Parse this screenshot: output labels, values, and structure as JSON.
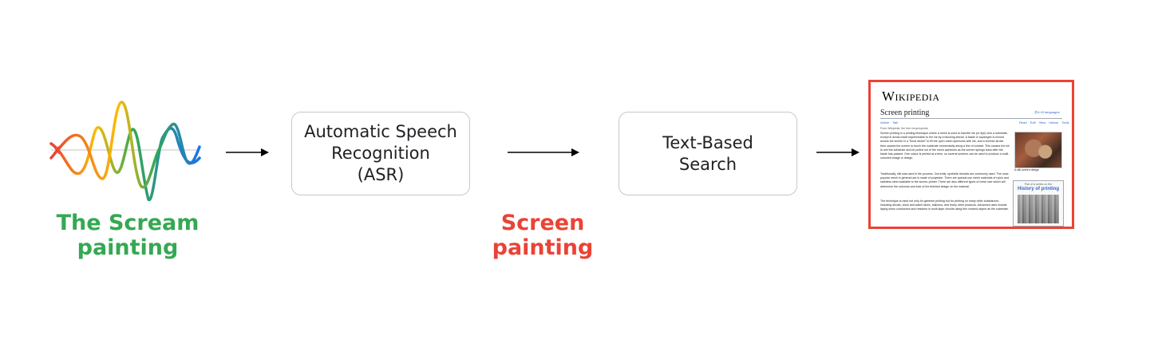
{
  "nodes": {
    "input_caption": [
      "The Scream",
      "painting"
    ],
    "asr_box": [
      "Automatic Speech",
      "Recognition",
      "(ASR)"
    ],
    "asr_output_caption": [
      "Screen",
      "painting"
    ],
    "search_box": [
      "Text-Based",
      "Search"
    ]
  },
  "colors": {
    "input_caption": "#34a853",
    "asr_output_caption": "#ea4335",
    "result_border": "#ea4335",
    "box_border": "#c8c8c8",
    "arrow": "#000000"
  },
  "result_page": {
    "logo": "Wikipedia",
    "title": "Screen printing",
    "languages": "文A 43 languages",
    "tabs_left": "Article Talk",
    "tabs_right": "Read Edit View history Tools",
    "from": "From Wikipedia, the free encyclopedia",
    "paragraphs": [
      "Screen printing is a printing technique where a mesh is used to transfer ink (or dye) onto a substrate, except in areas made impermeable to the ink by a blocking stencil. A blade or squeegee is moved across the screen in a \"flood stroke\" to fill the open mesh apertures with ink, and a reverse stroke then causes the screen to touch the substrate momentarily along a line of contact. This causes the ink to wet the substrate and be pulled out of the mesh apertures as the screen springs back after the blade has passed. One colour is printed at a time, so several screens can be used to produce a multi-coloured image or design.",
      "Traditionally, silk was used in the process. Currently, synthetic threads are commonly used. The most popular mesh in general use is made of polyester. There are special-use mesh materials of nylon and stainless steel available to the screen-printer. There are also different types of mesh size which will determine the outcome and look of the finished design on the material.",
      "The technique is used not only for garment printing but for printing on many other substances, including decals, clock and watch faces, balloons, and many other products. Advanced uses include laying down conductors and resistors in multi-layer circuits using thin ceramic layers as the substrate."
    ],
    "image_caption": "A silk screen design",
    "sidebox_kicker": "Part of a series on the",
    "sidebox_title": "History of printing"
  }
}
